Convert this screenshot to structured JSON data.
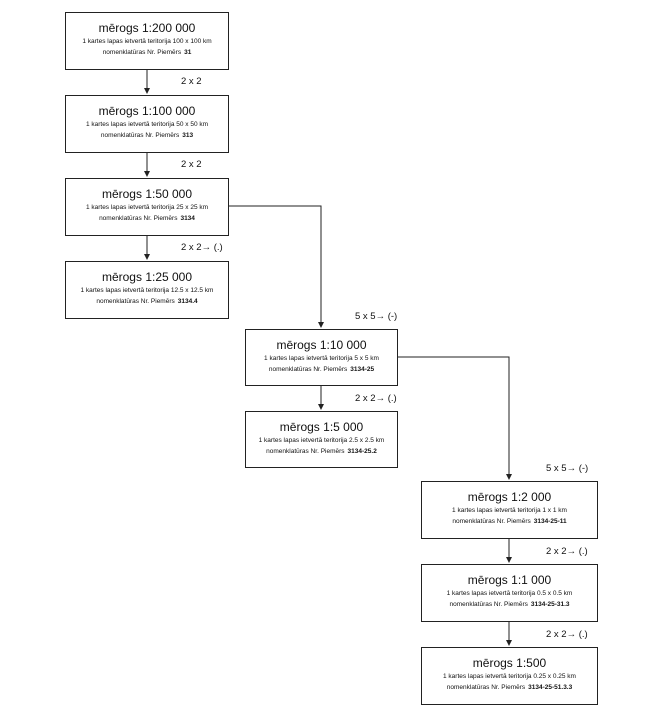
{
  "boxes": [
    {
      "title": "mērogs 1:200 000",
      "area": "1 kartes lapas ietvertā teritorija 100 x 100 km",
      "nom_label": "nomenklatūras Nr. Piemērs",
      "nom_value": "31"
    },
    {
      "title": "mērogs 1:100 000",
      "area": "1 kartes lapas ietvertā teritorija 50 x 50 km",
      "nom_label": "nomenklatūras Nr. Piemērs",
      "nom_value": "313"
    },
    {
      "title": "mērogs 1:50 000",
      "area": "1 kartes lapas ietvertā teritorija 25 x 25 km",
      "nom_label": "nomenklatūras Nr. Piemērs",
      "nom_value": "3134"
    },
    {
      "title": "mērogs 1:25 000",
      "area": "1 kartes lapas ietvertā teritorija 12.5 x 12.5 km",
      "nom_label": "nomenklatūras Nr. Piemērs",
      "nom_value": "3134.4"
    },
    {
      "title": "mērogs 1:10 000",
      "area": "1 kartes lapas ietvertā teritorija 5 x 5 km",
      "nom_label": "nomenklatūras Nr. Piemērs",
      "nom_value": "3134-25"
    },
    {
      "title": "mērogs 1:5 000",
      "area": "1 kartes lapas ietvertā teritorija 2.5 x 2.5 km",
      "nom_label": "nomenklatūras Nr. Piemērs",
      "nom_value": "3134-25.2"
    },
    {
      "title": "mērogs 1:2 000",
      "area": "1 kartes lapas ietvertā teritorija 1 x 1 km",
      "nom_label": "nomenklatūras Nr. Piemērs",
      "nom_value": "3134-25-11"
    },
    {
      "title": "mērogs 1:1 000",
      "area": "1 kartes lapas ietvertā teritorija 0.5 x 0.5 km",
      "nom_label": "nomenklatūras Nr. Piemērs",
      "nom_value": "3134-25-31.3"
    },
    {
      "title": "mērogs 1:500",
      "area": "1 kartes lapas ietvertā teritorija 0.25 x 0.25 km",
      "nom_label": "nomenklatūras Nr. Piemērs",
      "nom_value": "3134-25-51.3.3"
    }
  ],
  "connectors": [
    {
      "label": "2 x 2"
    },
    {
      "label": "2 x 2"
    },
    {
      "label": "2 x 2→  (.)"
    },
    {
      "label": "5 x 5→  (-)"
    },
    {
      "label": "2 x 2→  (.)"
    },
    {
      "label": "5 x 5→  (-)"
    },
    {
      "label": "2 x 2→  (.)"
    },
    {
      "label": "2 x 2→  (.)"
    }
  ]
}
